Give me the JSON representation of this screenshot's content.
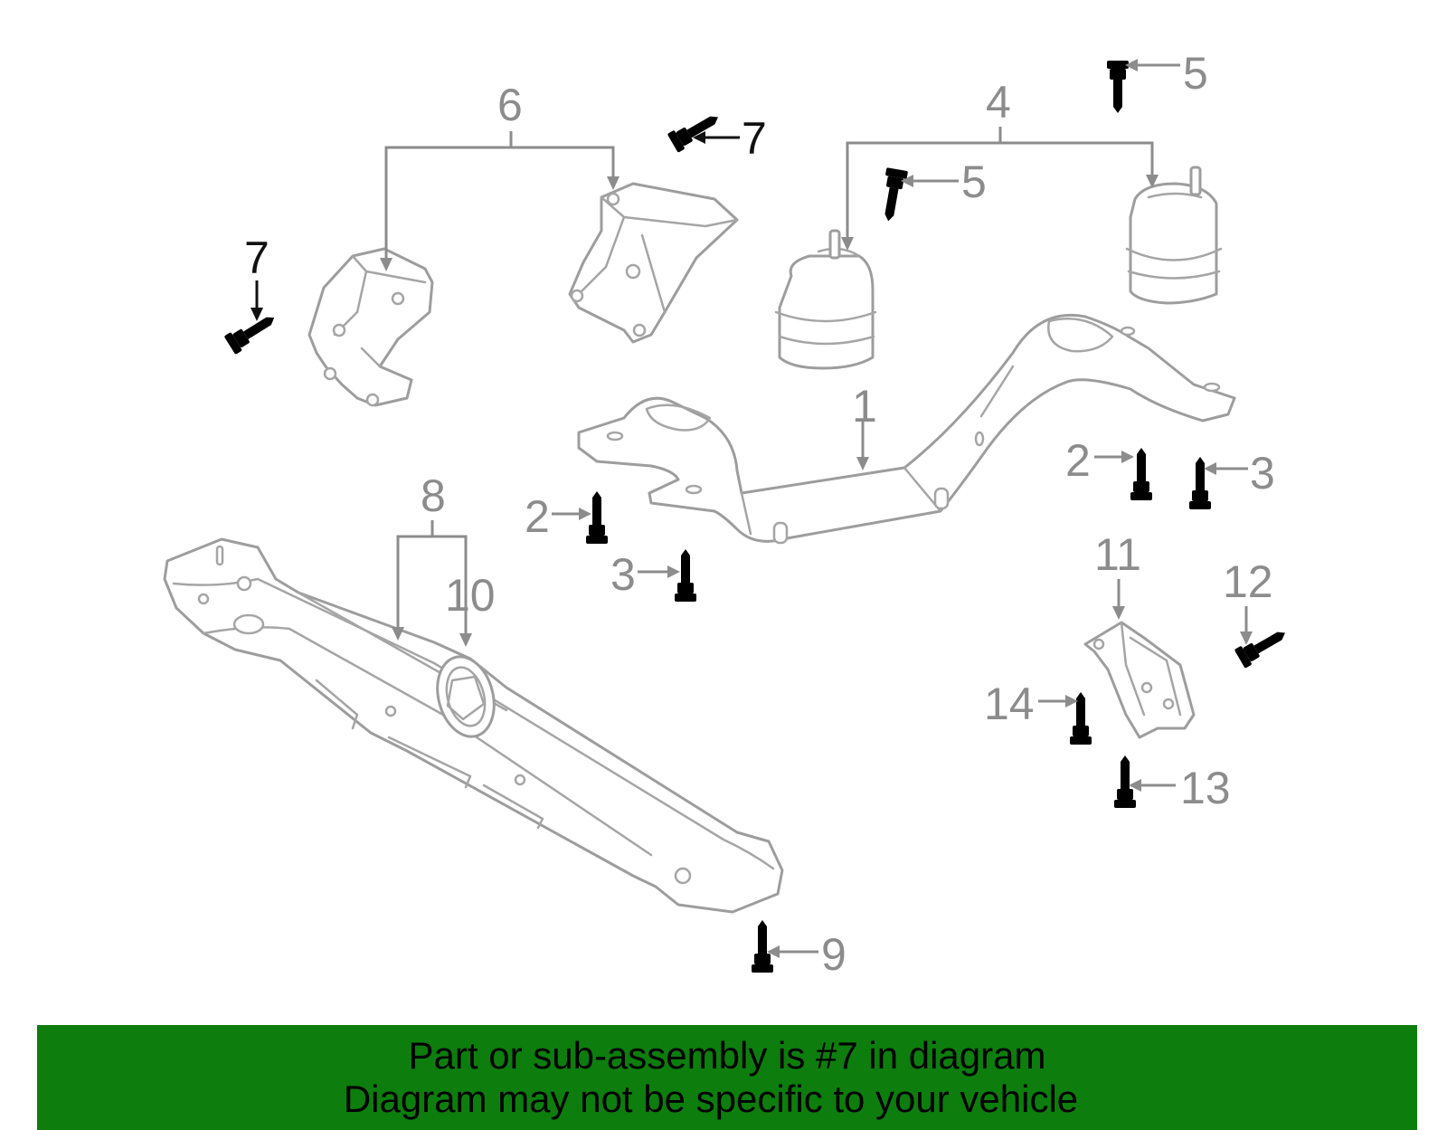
{
  "callouts": {
    "c1": "1",
    "c2a": "2",
    "c2b": "2",
    "c3a": "3",
    "c3b": "3",
    "c4": "4",
    "c5a": "5",
    "c5b": "5",
    "c6": "6",
    "c7a": "7",
    "c7b": "7",
    "c8": "8",
    "c9": "9",
    "c10": "10",
    "c11": "11",
    "c12": "12",
    "c13": "13",
    "c14": "14"
  },
  "banner": {
    "line1": "Part or sub-assembly is #7 in diagram",
    "line2": "Diagram may not be specific to your vehicle"
  },
  "colors": {
    "highlight": "#3ca84a",
    "banner": "#0d7d0d",
    "line_art": "#9d9d9d"
  }
}
